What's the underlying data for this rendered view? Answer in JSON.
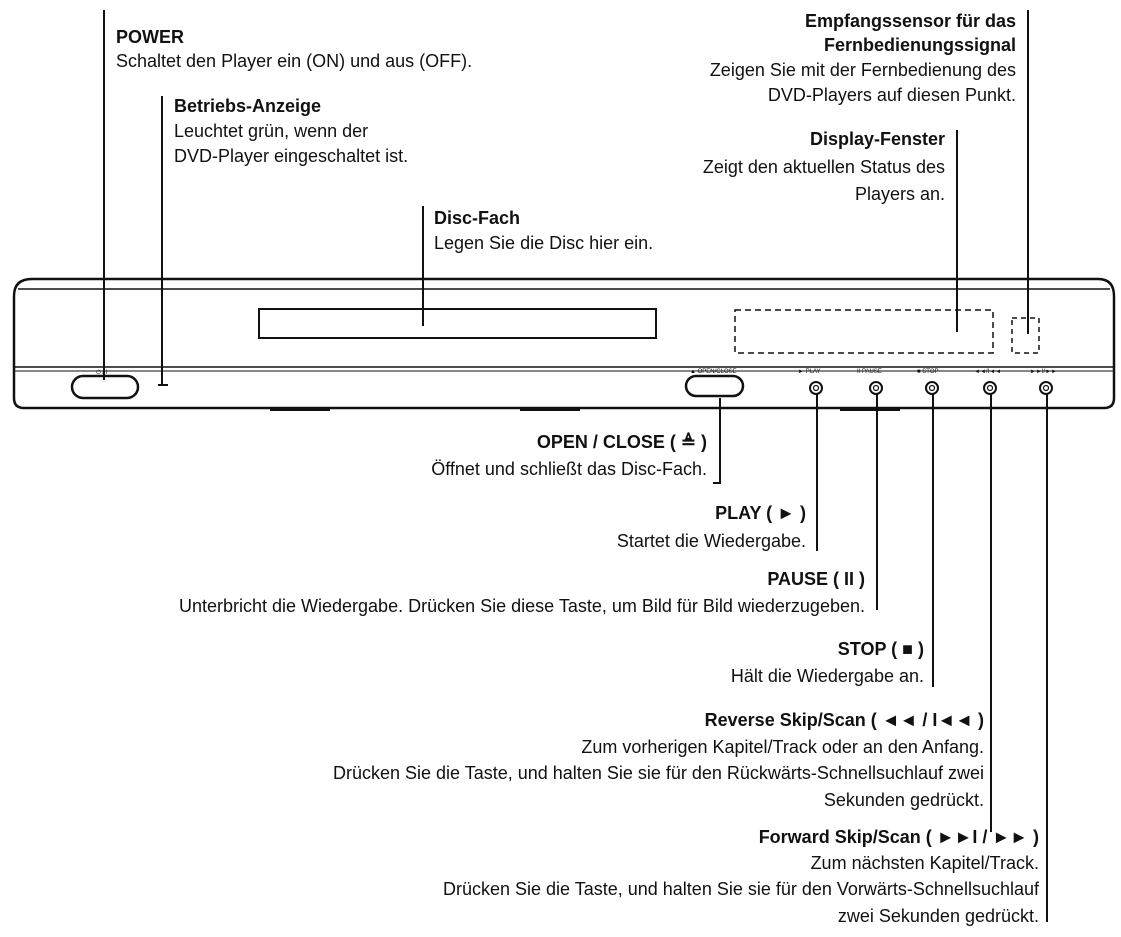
{
  "power": {
    "title": "POWER",
    "desc": "Schaltet den Player ein (ON) und aus (OFF)."
  },
  "indicator": {
    "title": "Betriebs-Anzeige",
    "desc1": "Leuchtet grün, wenn der",
    "desc2": "DVD-Player eingeschaltet ist."
  },
  "disc_tray": {
    "title": "Disc-Fach",
    "desc": "Legen Sie die Disc hier ein."
  },
  "sensor": {
    "title1": "Empfangssensor für das",
    "title2": "Fernbedienungssignal",
    "desc1": "Zeigen Sie mit der Fernbedienung des",
    "desc2": "DVD-Players auf diesen Punkt."
  },
  "display": {
    "title": "Display-Fenster",
    "desc1": "Zeigt den aktuellen Status des",
    "desc2": "Players an."
  },
  "panel_labels": {
    "power_symbol": "⏻ / I",
    "open_close": "▲ OPEN/CLOSE",
    "play": "► PLAY",
    "pause": "II PAUSE",
    "stop": "■ STOP",
    "rev": "◄◄/I◄◄",
    "fwd": "►►I/►►"
  },
  "open_close": {
    "title": "OPEN / CLOSE ( ≜ )",
    "desc": "Öffnet und schließt das Disc-Fach."
  },
  "play": {
    "title": "PLAY ( ► )",
    "desc": "Startet die Wiedergabe."
  },
  "pause": {
    "title": "PAUSE ( II )",
    "desc": "Unterbricht die Wiedergabe. Drücken Sie diese Taste, um Bild für Bild wiederzugeben."
  },
  "stop": {
    "title": "STOP ( ■ )",
    "desc": "Hält die Wiedergabe an."
  },
  "reverse": {
    "title": "Reverse Skip/Scan ( ◄◄ / I◄◄ )",
    "desc1": "Zum vorherigen Kapitel/Track oder an den Anfang.",
    "desc2": "Drücken Sie die Taste, und halten Sie sie für den Rückwärts-Schnellsuchlauf zwei",
    "desc3": "Sekunden gedrückt."
  },
  "forward": {
    "title": "Forward Skip/Scan ( ►►I / ►► )",
    "desc1": "Zum nächsten Kapitel/Track.",
    "desc2": "Drücken Sie die Taste, und halten Sie sie für den Vorwärts-Schnellsuchlauf",
    "desc3": "zwei Sekunden gedrückt."
  }
}
